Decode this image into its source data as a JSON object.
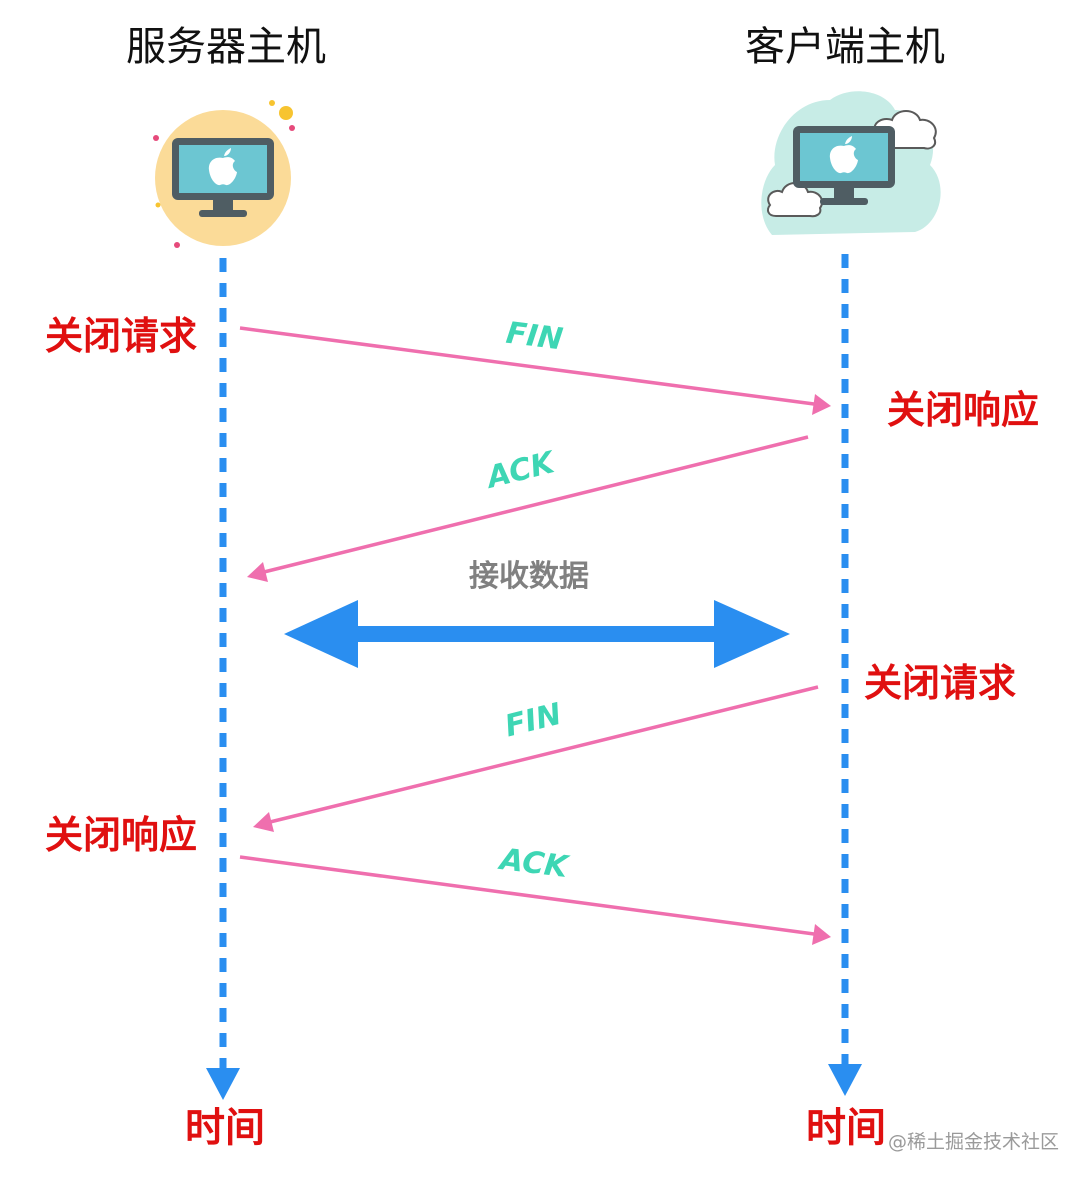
{
  "hosts": {
    "server": {
      "title": "服务器主机",
      "icon": "apple-monitor-icon"
    },
    "client": {
      "title": "客户端主机",
      "icon": "apple-monitor-cloud-icon"
    }
  },
  "timeline": {
    "server_label": "时间",
    "client_label": "时间"
  },
  "events": {
    "server_close_request": "关闭请求",
    "client_close_response": "关闭响应",
    "client_close_request": "关闭请求",
    "server_close_response": "关闭响应"
  },
  "messages": {
    "fin_1": "FIN",
    "ack_1": "ACK",
    "fin_2": "FIN",
    "ack_2": "ACK"
  },
  "data_transfer": {
    "label": "接收数据"
  },
  "colors": {
    "lifeline": "#2a8ef0",
    "message_arrow": "#ef6fae",
    "event_text": "#e01010",
    "message_text": "#3ed6b4",
    "data_arrow": "#2a8ef0",
    "data_text": "#808080",
    "server_badge": "#fbdb98",
    "client_cloud": "#c7ece6"
  },
  "watermark": "@稀土掘金技术社区"
}
